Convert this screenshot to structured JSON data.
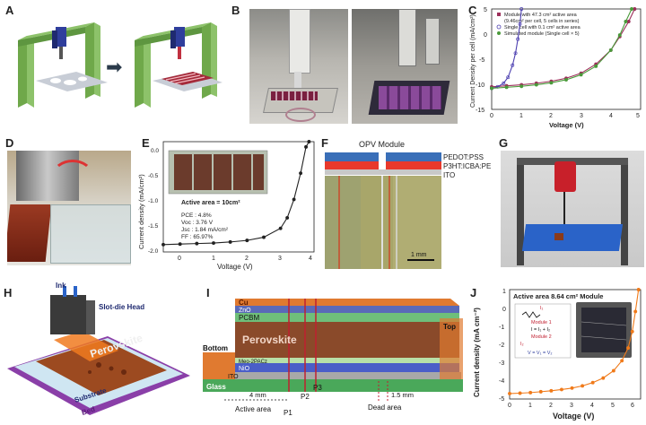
{
  "panels": {
    "A": "A",
    "B": "B",
    "C": "C",
    "D": "D",
    "E": "E",
    "F": "F",
    "G": "G",
    "H": "H",
    "I": "I",
    "J": "J"
  },
  "panel_a": {
    "arrow": "➡"
  },
  "panel_c": {
    "legend": [
      "Module with 47.3 cm² active area",
      "(9.46cm² per cell, 5 cells in series)",
      "Single cell with 0.1 cm² active area",
      "Simulated module (Single cell × 5)"
    ],
    "xlabel": "Voltage (V)",
    "ylabel": "Current Density per cell (mA/cm²)",
    "xticks": [
      "0",
      "1",
      "2",
      "3",
      "4",
      "5"
    ],
    "yticks": [
      "5",
      "0",
      "-5",
      "-10",
      "-15"
    ]
  },
  "panel_e": {
    "active_area": "Active area = 10cm²",
    "pce": "PCE : 4.8%",
    "voc": "Voc : 3.76 V",
    "jsc": "Jsc : 1.84 mA/cm²",
    "ff": "FF : 65.97%",
    "xlabel": "Voltage (V)",
    "ylabel": "Current density (mA/cm²)",
    "xticks": [
      "0",
      "1",
      "2",
      "3",
      "4"
    ],
    "yticks": [
      "0.0",
      "-0.5",
      "-1.0",
      "-1.5",
      "-2.0"
    ]
  },
  "panel_f": {
    "title": "OPV Module",
    "layer1": "PEDOT:PSS",
    "layer2": "P3HT:ICBA:PEI",
    "layer3": "ITO",
    "scale": "1 mm"
  },
  "panel_h": {
    "ink": "Ink",
    "head": "Slot-die Head",
    "perovskite": "Perovskite",
    "substrate": "Substrate",
    "bed": "Bed"
  },
  "panel_i": {
    "cu": "Cu",
    "zno": "ZnO",
    "pcbm": "PCBM",
    "perovskite": "Perovskite",
    "meo": "Meo-2PACz",
    "nio": "NiO",
    "ito": "ITO",
    "glass": "Glass",
    "bottom": "Bottom",
    "top": "Top",
    "p1": "P1",
    "p2": "P2",
    "p3": "P3",
    "four_mm": "4 mm",
    "active_area": "Active area",
    "dead_area": "Dead area",
    "one_five_mm": "1.5 mm"
  },
  "panel_j": {
    "title": "Active area 8.64 cm² Module",
    "xlabel": "Voltage (V)",
    "ylabel": "Current density (mA cm⁻²)",
    "xticks": [
      "0",
      "1",
      "2",
      "3",
      "4",
      "5",
      "6"
    ],
    "yticks": [
      "1",
      "0",
      "-1",
      "-2",
      "-3",
      "-4",
      "-5"
    ],
    "module1": "Module 1",
    "module2": "Module 2",
    "eq1": "I = I₁ + I₂",
    "eq2": "V = V₁ = V₂",
    "i1": "I₁",
    "i2": "I₂"
  },
  "colors": {
    "green_frame": "#8dc26a",
    "blue_head": "#2f3e9c",
    "perovskite_brown": "#8b3a1e",
    "orange_curve": "#f07a1a"
  },
  "chart_data": [
    {
      "type": "line",
      "panel": "C",
      "xlabel": "Voltage (V)",
      "ylabel": "Current Density per cell (mA/cm²)",
      "xlim": [
        0,
        5
      ],
      "ylim": [
        -15,
        5
      ],
      "series": [
        {
          "name": "Module with 47.3 cm² active area (9.46cm² per cell, 5 cells in series)",
          "color": "#9c2f5a",
          "x": [
            0,
            0.5,
            1,
            1.5,
            2,
            2.5,
            3,
            3.5,
            4,
            4.3,
            4.6,
            4.8
          ],
          "y": [
            -10.5,
            -10.3,
            -10.1,
            -9.8,
            -9.4,
            -8.8,
            -7.8,
            -6.0,
            -3.2,
            -0.5,
            2.5,
            5
          ]
        },
        {
          "name": "Single cell with 0.1 cm² active area",
          "color": "#4c3fb0",
          "x": [
            0,
            0.2,
            0.4,
            0.55,
            0.7,
            0.8,
            0.88,
            0.95,
            1.0
          ],
          "y": [
            -10.8,
            -10.5,
            -9.8,
            -8.6,
            -6.2,
            -3.8,
            -1.0,
            2.0,
            5
          ]
        },
        {
          "name": "Simulated module (Single cell × 5)",
          "color": "#4a9a3a",
          "x": [
            0,
            0.5,
            1,
            1.5,
            2,
            2.5,
            3,
            3.5,
            4,
            4.3,
            4.5,
            4.7
          ],
          "y": [
            -10.8,
            -10.6,
            -10.4,
            -10.1,
            -9.7,
            -9.1,
            -8.1,
            -6.4,
            -3.2,
            -0.2,
            2.5,
            5
          ]
        }
      ]
    },
    {
      "type": "line",
      "panel": "E",
      "xlabel": "Voltage (V)",
      "ylabel": "Current density (mA/cm²)",
      "xlim": [
        -0.5,
        4
      ],
      "ylim": [
        -2.0,
        0.1
      ],
      "series": [
        {
          "color": "#222222",
          "x": [
            -0.5,
            0,
            0.5,
            1,
            1.5,
            2,
            2.5,
            3,
            3.2,
            3.4,
            3.6,
            3.76,
            3.85
          ],
          "y": [
            -1.86,
            -1.85,
            -1.84,
            -1.83,
            -1.81,
            -1.78,
            -1.72,
            -1.55,
            -1.35,
            -1.0,
            -0.5,
            0,
            0.2
          ]
        }
      ]
    },
    {
      "type": "line",
      "panel": "J",
      "xlabel": "Voltage (V)",
      "ylabel": "Current density (mA cm⁻²)",
      "xlim": [
        0,
        6.3
      ],
      "ylim": [
        -5,
        1
      ],
      "series": [
        {
          "color": "#f07a1a",
          "x": [
            0,
            0.5,
            1,
            1.5,
            2,
            2.5,
            3,
            3.5,
            4,
            4.5,
            5,
            5.4,
            5.7,
            5.9,
            6.05,
            6.2
          ],
          "y": [
            -4.7,
            -4.68,
            -4.65,
            -4.6,
            -4.55,
            -4.48,
            -4.4,
            -4.28,
            -4.1,
            -3.85,
            -3.45,
            -2.9,
            -2.2,
            -1.3,
            -0.2,
            1
          ]
        }
      ]
    }
  ]
}
